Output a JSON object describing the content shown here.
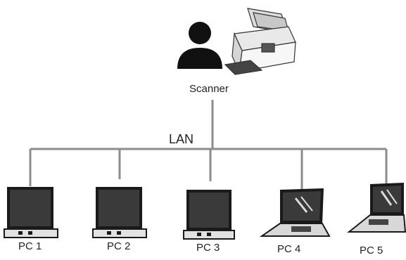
{
  "diagram": {
    "scanner": {
      "label": "Scanner"
    },
    "network": {
      "label": "LAN"
    },
    "computers": [
      {
        "label": "PC 1",
        "kind": "desktop"
      },
      {
        "label": "PC 2",
        "kind": "desktop"
      },
      {
        "label": "PC 3",
        "kind": "desktop"
      },
      {
        "label": "PC 4",
        "kind": "laptop"
      },
      {
        "label": "PC 5",
        "kind": "laptop"
      }
    ]
  },
  "colors": {
    "line": "#8c8c8c",
    "dark": "#1a1a1a",
    "screen": "#3a3a3a"
  }
}
